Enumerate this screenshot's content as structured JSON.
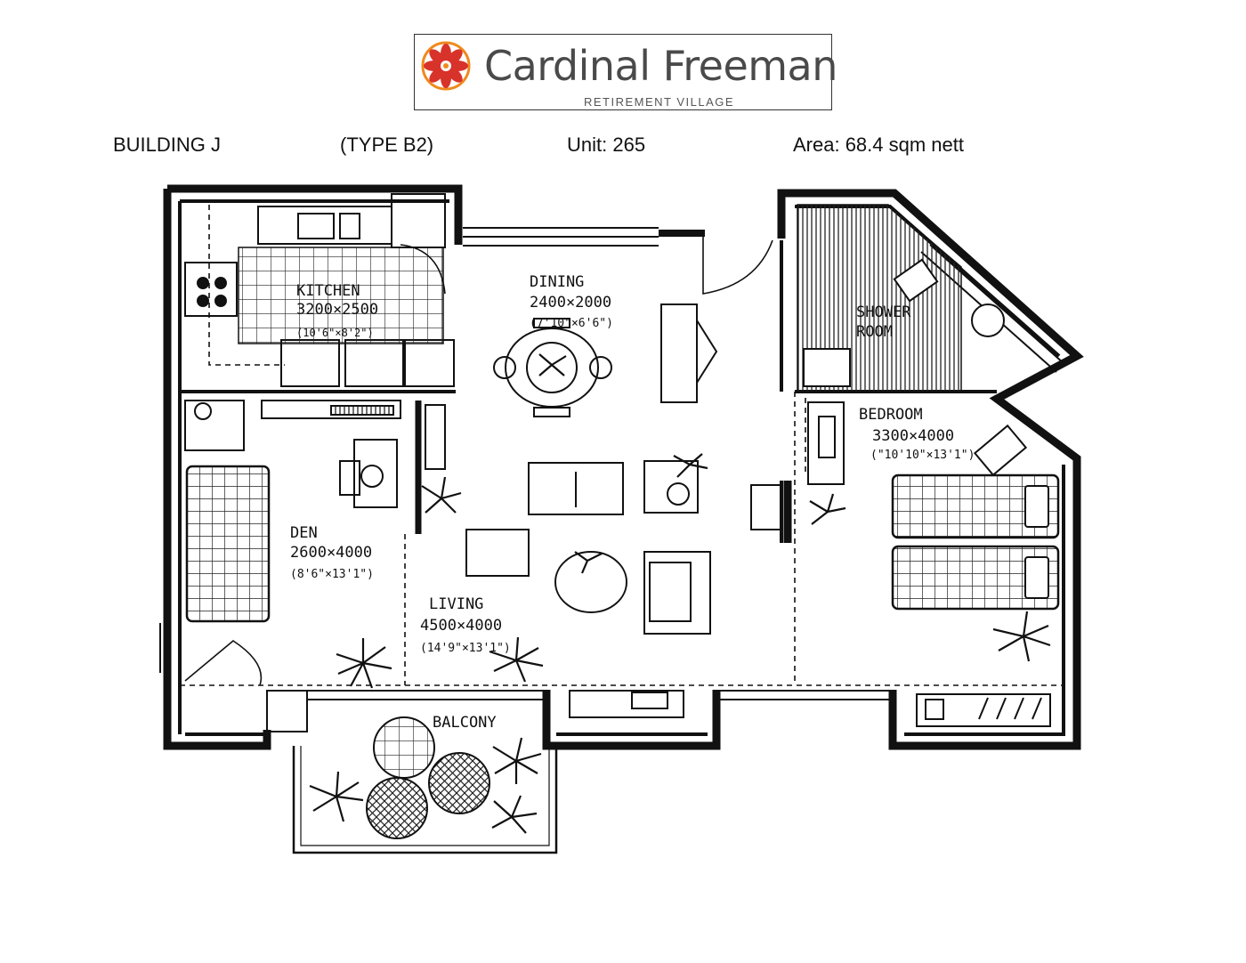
{
  "logo": {
    "name": "Cardinal Freeman",
    "tagline": "RETIREMENT VILLAGE",
    "colors": {
      "petal_red": "#d8332a",
      "petal_orange": "#ef8a1d",
      "text": "#4a4a4a"
    }
  },
  "info": {
    "building": "BUILDING J",
    "type": "(TYPE B2)",
    "unit": "Unit:  265",
    "area": "Area: 68.4  sqm  nett"
  },
  "rooms": {
    "kitchen": {
      "name": "KITCHEN",
      "metric": "3200×2500",
      "imperial": "(10'6\"×8'2\")"
    },
    "dining": {
      "name": "DINING",
      "metric": "2400×2000",
      "imperial": "(7'10\"×6'6\")"
    },
    "shower": {
      "name": "SHOWER",
      "name2": "ROOM"
    },
    "bedroom": {
      "name": "BEDROOM",
      "metric": "3300×4000",
      "imperial": "(\"10'10\"×13'1\")"
    },
    "den": {
      "name": "DEN",
      "metric": "2600×4000",
      "imperial": "(8'6\"×13'1\")"
    },
    "living": {
      "name": "LIVING",
      "metric": "4500×4000",
      "imperial": "(14'9\"×13'1\")"
    },
    "balcony": {
      "name": "BALCONY"
    }
  }
}
